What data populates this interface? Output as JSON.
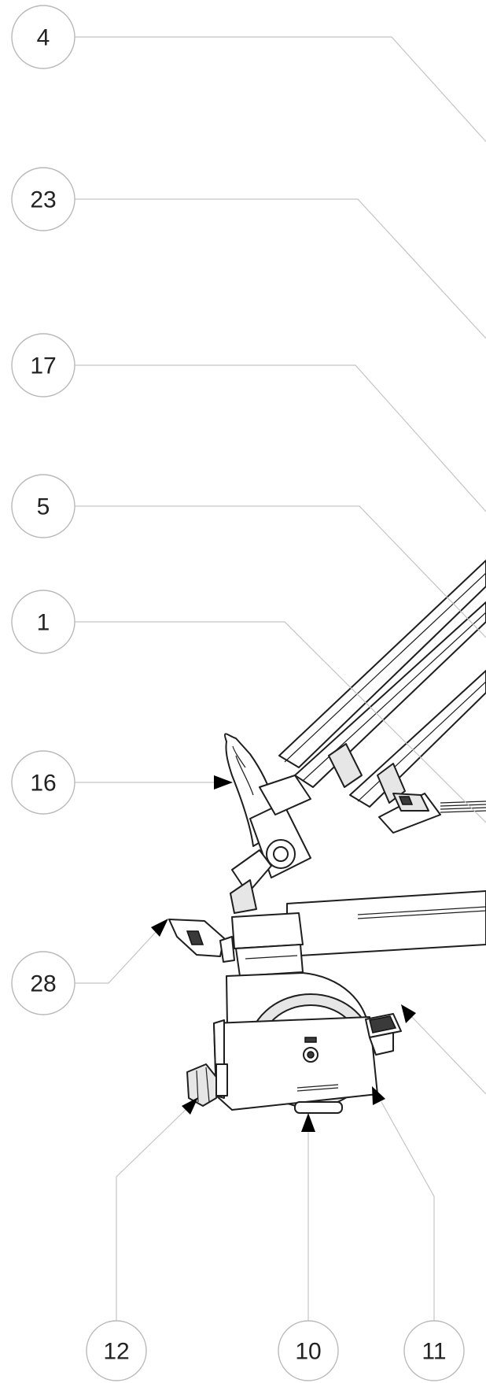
{
  "callouts": [
    {
      "id": "c4",
      "label": "4"
    },
    {
      "id": "c23",
      "label": "23"
    },
    {
      "id": "c17",
      "label": "17"
    },
    {
      "id": "c5",
      "label": "5"
    },
    {
      "id": "c1",
      "label": "1"
    },
    {
      "id": "c16",
      "label": "16"
    },
    {
      "id": "c28",
      "label": "28"
    },
    {
      "id": "c12",
      "label": "12"
    },
    {
      "id": "c10",
      "label": "10"
    },
    {
      "id": "c11",
      "label": "11"
    }
  ],
  "colors": {
    "line_art": "#1e1e1e",
    "leader": "#c4c4c4",
    "callout_border": "#b9b9b9",
    "background": "#ffffff"
  }
}
